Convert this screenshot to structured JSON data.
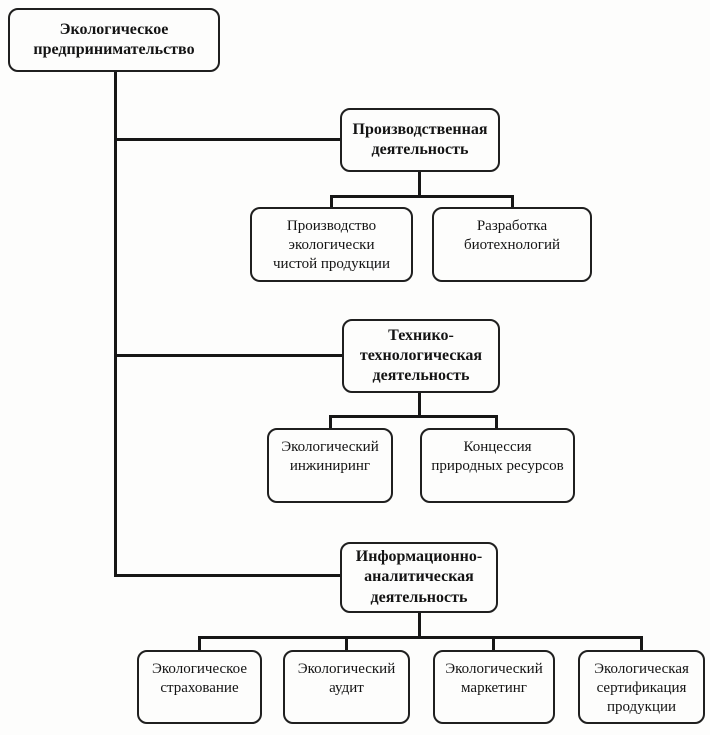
{
  "diagram": {
    "title": "Ecological entrepreneurship structure chart",
    "colors": {
      "line": "#161616",
      "box_border": "#1f1f1f",
      "background": "#fdfdfc",
      "text": "#141414"
    },
    "root": {
      "label": "Экологическое\nпредпринимательство"
    },
    "branches": [
      {
        "label": "Производственная\nдеятельность",
        "children": [
          {
            "label": "Производство\nэкологически\nчистой продукции"
          },
          {
            "label": "Разработка\nбиотехнологий"
          }
        ]
      },
      {
        "label": "Технико-\nтехнологическая\nдеятельность",
        "children": [
          {
            "label": "Экологический\nинжиниринг"
          },
          {
            "label": "Концессия\nприродных ресурсов"
          }
        ]
      },
      {
        "label": "Информационно-\nаналитическая\nдеятельность",
        "children": [
          {
            "label": "Экологическое\nстрахование"
          },
          {
            "label": "Экологический\nаудит"
          },
          {
            "label": "Экологический\nмаркетинг"
          },
          {
            "label": "Экологическая\nсертификация\nпродукции"
          }
        ]
      }
    ]
  }
}
